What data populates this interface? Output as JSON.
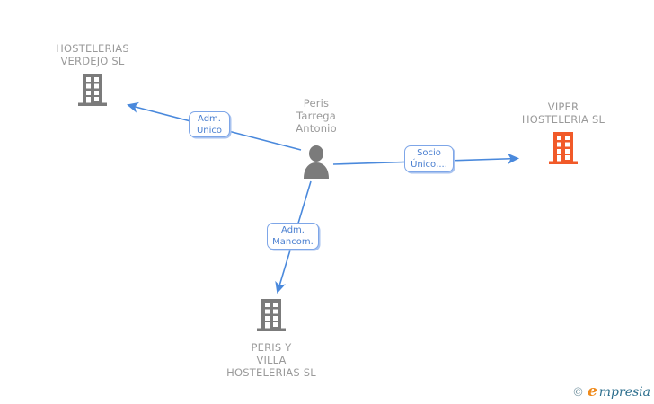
{
  "diagram": {
    "person": {
      "name_lines": [
        "Peris",
        "Tarrega",
        "Antonio"
      ],
      "icon": "person-icon",
      "icon_color": "#7b7b7b"
    },
    "companies": [
      {
        "id": "hostelerias-verdejo",
        "name_lines": [
          "HOSTELERIAS",
          "VERDEJO SL"
        ],
        "icon": "building-icon",
        "icon_color": "#7b7b7b"
      },
      {
        "id": "viper-hosteleria",
        "name_lines": [
          "VIPER",
          "HOSTELERIA SL"
        ],
        "icon": "building-icon",
        "icon_color": "#f15a29"
      },
      {
        "id": "peris-villa-hostelerias",
        "name_lines": [
          "PERIS Y",
          "VILLA",
          "HOSTELERIAS SL"
        ],
        "icon": "building-icon",
        "icon_color": "#7b7b7b"
      }
    ],
    "edges": [
      {
        "id": "adm-unico",
        "label_line1": "Adm.",
        "label_line2": "Unico"
      },
      {
        "id": "socio-unico",
        "label_line1": "Socio",
        "label_line2": "Único,..."
      },
      {
        "id": "adm-mancom",
        "label_line1": "Adm.",
        "label_line2": "Mancom."
      }
    ],
    "arrow_color": "#4a89dc",
    "label_border_color": "#7ea6e8",
    "label_text_color": "#4a7fd0",
    "node_text_color": "#9a9a9a"
  },
  "watermark": {
    "copyright": "©",
    "logo_first_letter": "e",
    "logo_rest": "mpresia"
  }
}
